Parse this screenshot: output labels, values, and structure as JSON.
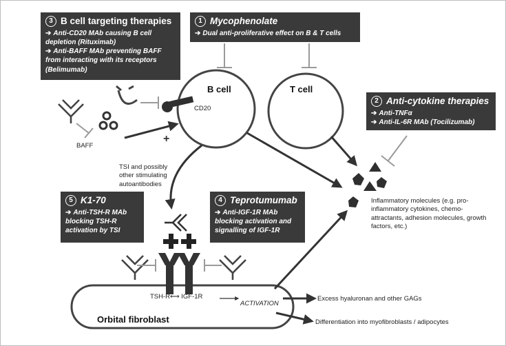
{
  "therapies": {
    "b_cell": {
      "number": "3",
      "title": "B cell targeting therapies",
      "items": [
        "Anti-CD20 MAb causing B cell depletion (Rituximab)",
        "Anti-BAFF MAb preventing BAFF from interacting with its receptors (Belimumab)"
      ]
    },
    "mycophenolate": {
      "number": "1",
      "title": "Mycophenolate",
      "items": [
        "Dual anti-proliferative effect on B & T cells"
      ]
    },
    "anti_cytokine": {
      "number": "2",
      "title": "Anti-cytokine therapies",
      "items": [
        "Anti-TNFα",
        "Anti-IL-6R MAb (Tocilizumab)"
      ]
    },
    "k1_70": {
      "number": "5",
      "title": "K1-70",
      "items": [
        "Anti-TSH-R MAb blocking TSH-R activation by TSI"
      ]
    },
    "teprotumumab": {
      "number": "4",
      "title": "Teprotumumab",
      "items": [
        "Anti-IGF-1R MAb blocking activation and signalling of IGF-1R"
      ]
    }
  },
  "labels": {
    "b_cell": "B cell",
    "t_cell": "T cell",
    "cd20": "CD20",
    "baff": "BAFF",
    "tsi": "TSI and possibly other stimulating autoantibodies",
    "inflammatory": "Inflammatory molecules (e.g. pro-inflammatory cytokines, chemo-attractants, adhesion molecules, growth factors, etc.)",
    "tshr_igf": "TSH-R⟷ IGF-1R",
    "activation": "ACTIVATION",
    "orbital_fibroblast": "Orbital fibroblast",
    "gags": "Excess hyaluronan and other GAGs",
    "differentiation": "Differentiation into myofibroblasts / adipocytes"
  },
  "colors": {
    "box_bg": "#3a3a3a",
    "ink": "#333333",
    "inhibitor": "#9a9a9a"
  }
}
